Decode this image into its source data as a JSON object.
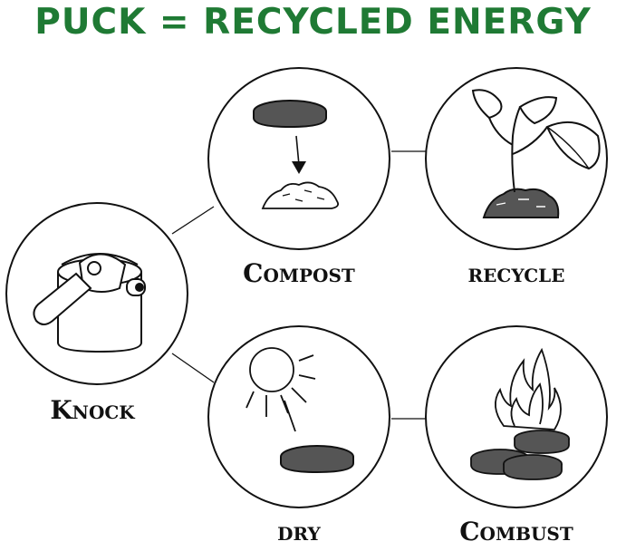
{
  "title": "PUCK = RECYCLED ENERGY",
  "colors": {
    "title": "#1f7a34",
    "stroke": "#111111",
    "puck": "#555555",
    "pile": "#555555",
    "fill": "#ffffff"
  },
  "steps": [
    {
      "id": "knock",
      "label": "Knock",
      "icon": "tamper-knock-box-icon"
    },
    {
      "id": "compost",
      "label": "Compost",
      "icon": "puck-to-compost-icon"
    },
    {
      "id": "recycle",
      "label": "recycle",
      "icon": "plant-sprout-icon"
    },
    {
      "id": "dry",
      "label": "dry",
      "icon": "sun-drying-puck-icon"
    },
    {
      "id": "combust",
      "label": "Combust",
      "icon": "burning-pucks-icon"
    }
  ]
}
